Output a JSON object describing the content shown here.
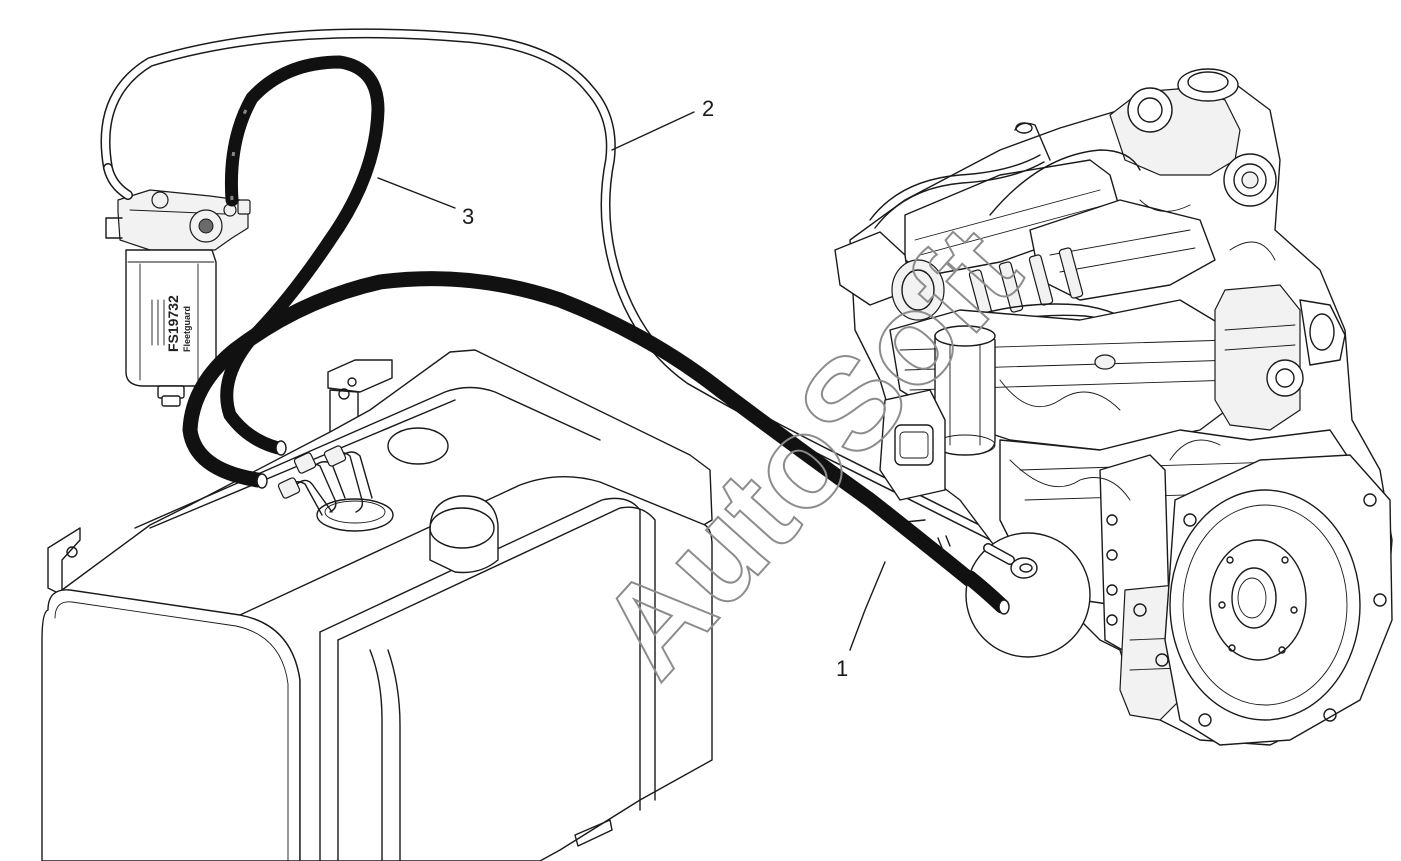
{
  "callouts": [
    {
      "id": "1",
      "label": "1"
    },
    {
      "id": "2",
      "label": "2"
    },
    {
      "id": "3",
      "label": "3"
    }
  ],
  "filter": {
    "model_text": "FS19732",
    "brand_text": "Fleetguard"
  },
  "watermark": {
    "text": "AutoSoft"
  },
  "colors": {
    "line": "#1a1a1a",
    "hose_black": "#111111",
    "watermark": "#8c8c8c"
  }
}
